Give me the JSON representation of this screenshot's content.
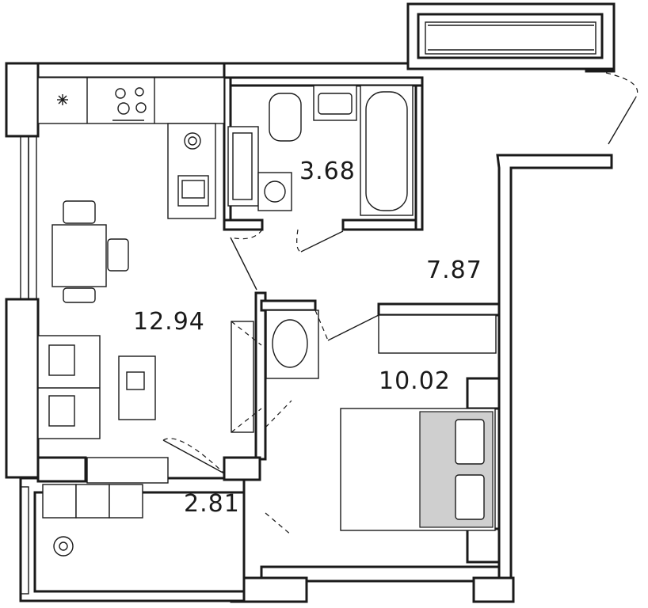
{
  "rooms": [
    {
      "id": "kitchen-living",
      "area": "12.94"
    },
    {
      "id": "bathroom",
      "area": "3.68"
    },
    {
      "id": "hallway",
      "area": "7.87"
    },
    {
      "id": "bedroom",
      "area": "10.02"
    },
    {
      "id": "loggia",
      "area": "2.81"
    }
  ],
  "colors": {
    "line": "#1a1a1a",
    "shade": "#cfcfcf",
    "background": "#ffffff"
  }
}
